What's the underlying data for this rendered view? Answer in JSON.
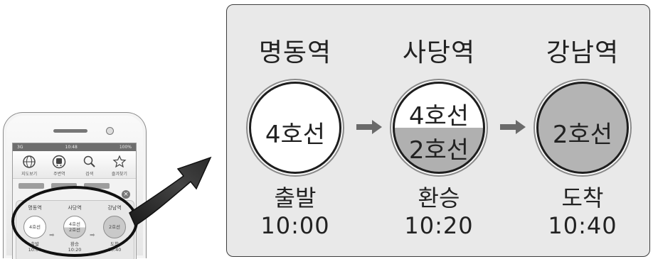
{
  "colors": {
    "panel_bg": "#e9e9e9",
    "circle_transfer": "#b4b4b4",
    "accent": "#1e1e1e"
  },
  "phone": {
    "status_bar": {
      "left": "3G",
      "center": "10:48",
      "right": "100%"
    },
    "toolbar": [
      {
        "label": "지도보기",
        "icon": "globe-icon"
      },
      {
        "label": "주변역",
        "icon": "subway-icon"
      },
      {
        "label": "검색",
        "icon": "search-icon"
      },
      {
        "label": "즐겨찾기",
        "icon": "star-icon"
      }
    ],
    "route": {
      "stations": [
        "명동역",
        "사당역",
        "강남역"
      ],
      "lines": [
        "4호선",
        "4호선",
        "2호선",
        "2호선"
      ],
      "statuses": [
        "출발",
        "환승",
        "도착"
      ],
      "times": [
        "10:00",
        "10:20",
        "10:40"
      ]
    }
  },
  "route": {
    "stations": [
      {
        "name": "명동역",
        "lines": [
          "4호선"
        ],
        "status": "출발",
        "time": "10:00"
      },
      {
        "name": "사당역",
        "lines": [
          "4호선",
          "2호선"
        ],
        "status": "환승",
        "time": "10:20"
      },
      {
        "name": "강남역",
        "lines": [
          "2호선"
        ],
        "status": "도착",
        "time": "10:40"
      }
    ]
  }
}
